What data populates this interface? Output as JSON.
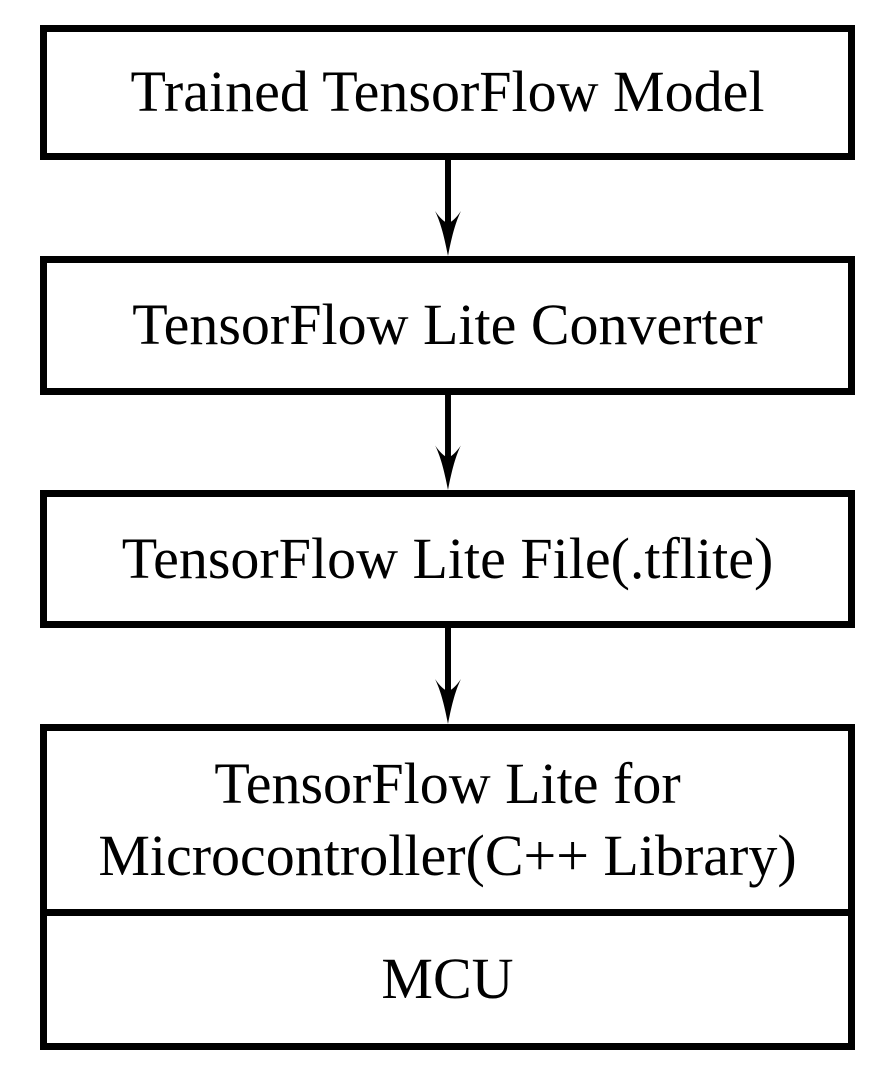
{
  "flowchart": {
    "nodes": [
      {
        "label": "Trained TensorFlow Model"
      },
      {
        "label": "TensorFlow Lite Converter"
      },
      {
        "label": "TensorFlow Lite File(.tflite)"
      },
      {
        "label_line1": "TensorFlow Lite for",
        "label_line2": "Microcontroller(C++ Library)"
      },
      {
        "label": "MCU"
      }
    ],
    "edges": [
      {
        "from": 0,
        "to": 1,
        "type": "arrow-down"
      },
      {
        "from": 1,
        "to": 2,
        "type": "arrow-down"
      },
      {
        "from": 2,
        "to": 3,
        "type": "arrow-down"
      },
      {
        "from": 3,
        "to": 4,
        "type": "attached"
      }
    ],
    "colors": {
      "stroke": "#000000",
      "box_fill": "#ffffff",
      "text": "#000000",
      "background": "#ffffff"
    }
  }
}
